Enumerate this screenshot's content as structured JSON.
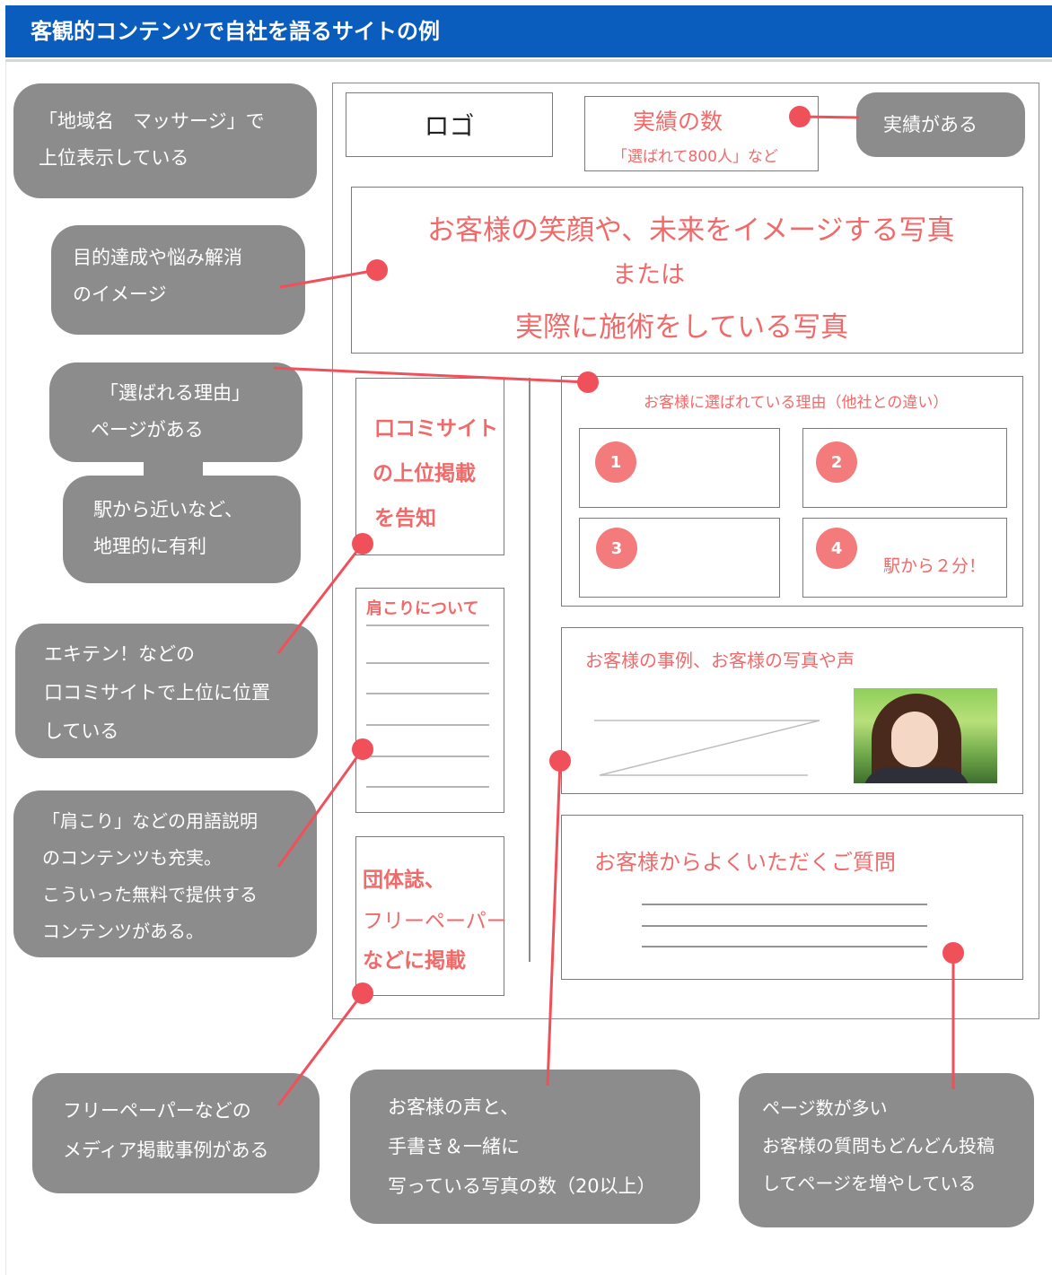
{
  "header": {
    "title": "客観的コンテンツで自社を語るサイトの例"
  },
  "mock": {
    "logo": "ロゴ",
    "achievements": {
      "title": "実績の数",
      "sub": "「選ばれて800人」など"
    },
    "hero": {
      "line1": "お客様の笑顔や、未来をイメージする写真",
      "line2": "または",
      "line3": "実際に施術をしている写真"
    },
    "review_site": {
      "line1": "口コミサイト",
      "line2": "の上位掲載",
      "line3": "を告知"
    },
    "shoulder": {
      "title": "肩こりについて"
    },
    "media": {
      "line1": "団体誌、",
      "line2": "フリーペーパー",
      "line3": "などに掲載"
    },
    "reasons": {
      "title": "お客様に選ばれている理由（他社との違い）",
      "items": [
        "1",
        "2",
        "3",
        "4"
      ],
      "item4_note": "駅から２分！"
    },
    "cases": {
      "title": "お客様の事例、お客様の写真や声"
    },
    "faq": {
      "title": "お客様からよくいただくご質問"
    }
  },
  "notes": {
    "n1": [
      "「地域名　マッサージ」で",
      "上位表示している"
    ],
    "n2": [
      "目的達成や悩み解消",
      "のイメージ"
    ],
    "n3": [
      "「選ばれる理由」",
      "ページがある"
    ],
    "n4": [
      "駅から近いなど、",
      "地理的に有利"
    ],
    "n5": [
      "エキテン！などの",
      "口コミサイトで上位に位置",
      "している"
    ],
    "n6": [
      "「肩こり」などの用語説明",
      "のコンテンツも充実。",
      "こういった無料で提供する",
      "コンテンツがある。"
    ],
    "n7": [
      "フリーペーパーなどの",
      "メディア掲載事例がある"
    ],
    "n8": [
      "お客様の声と、",
      "手書き＆一緒に",
      "写っている写真の数（20以上）"
    ],
    "n9": [
      "ページ数が多い",
      "お客様の質問もどんどん投稿",
      "してページを増やしている"
    ],
    "n10": [
      "実績がある"
    ]
  },
  "colors": {
    "header": "#0a5cbd",
    "bubble": "#8c8c8c",
    "accent": "#f06a6a",
    "dot": "#f0505a"
  }
}
